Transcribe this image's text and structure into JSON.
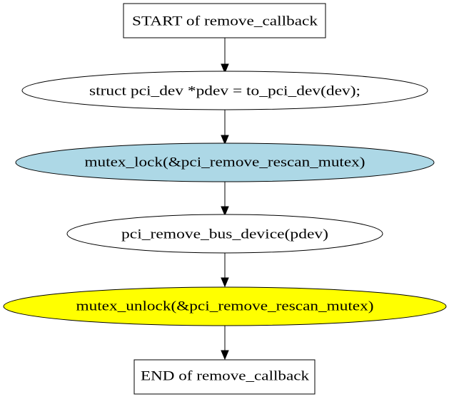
{
  "nodes": {
    "start": {
      "label": "START of remove_callback",
      "shape": "box",
      "fill": "#ffffff"
    },
    "get_pdev": {
      "label": "struct pci_dev *pdev = to_pci_dev(dev);",
      "shape": "ellipse",
      "fill": "#ffffff"
    },
    "lock": {
      "label": "mutex_lock(&pci_remove_rescan_mutex)",
      "shape": "ellipse",
      "fill": "#add8e6"
    },
    "remove_device": {
      "label": "pci_remove_bus_device(pdev)",
      "shape": "ellipse",
      "fill": "#ffffff"
    },
    "unlock": {
      "label": "mutex_unlock(&pci_remove_rescan_mutex)",
      "shape": "ellipse",
      "fill": "#ffff00"
    },
    "end": {
      "label": "END of remove_callback",
      "shape": "box",
      "fill": "#ffffff"
    }
  },
  "edges": [
    {
      "from": "start",
      "to": "get_pdev"
    },
    {
      "from": "get_pdev",
      "to": "lock"
    },
    {
      "from": "lock",
      "to": "remove_device"
    },
    {
      "from": "remove_device",
      "to": "unlock"
    },
    {
      "from": "unlock",
      "to": "end"
    }
  ]
}
